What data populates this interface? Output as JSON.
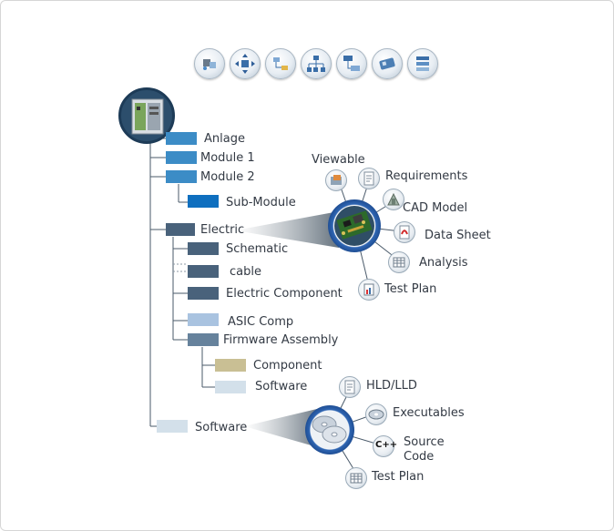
{
  "colors": {
    "blue_dark": "#0f6fbf",
    "blue_mid": "#3c8cc6",
    "slate": "#49627b",
    "light_blue": "#a9c3e0",
    "tan": "#c9bf94",
    "pale": "#d3e0ea",
    "line": "#4a5a6a"
  },
  "toolbar": {
    "icons": [
      "transform-icon",
      "arrows-icon",
      "workflow-icon",
      "hierarchy-icon",
      "flowchart-icon",
      "hardware-icon",
      "stack-icon"
    ]
  },
  "tree": {
    "anlage": "Anlage",
    "module1": "Module 1",
    "module2": "Module 2",
    "submodule": "Sub-Module",
    "electric": "Electric",
    "schematic": "Schematic",
    "cable": "cable",
    "electric_component": "Electric  Component",
    "asic": "ASIC Comp",
    "firmware": "Firmware  Assembly",
    "component": "Component",
    "software_child": "Software",
    "software": "Software"
  },
  "electric_panel": {
    "viewable": "Viewable",
    "requirements": "Requirements",
    "cad_model": "CAD Model",
    "data_sheet": "Data Sheet",
    "analysis": "Analysis",
    "test_plan": "Test Plan"
  },
  "software_panel": {
    "hld": "HLD/LLD",
    "executables": "Executables",
    "source_code_line1": "Source",
    "source_code_line2": "Code",
    "cpp_badge": "C++",
    "test_plan": "Test Plan"
  }
}
